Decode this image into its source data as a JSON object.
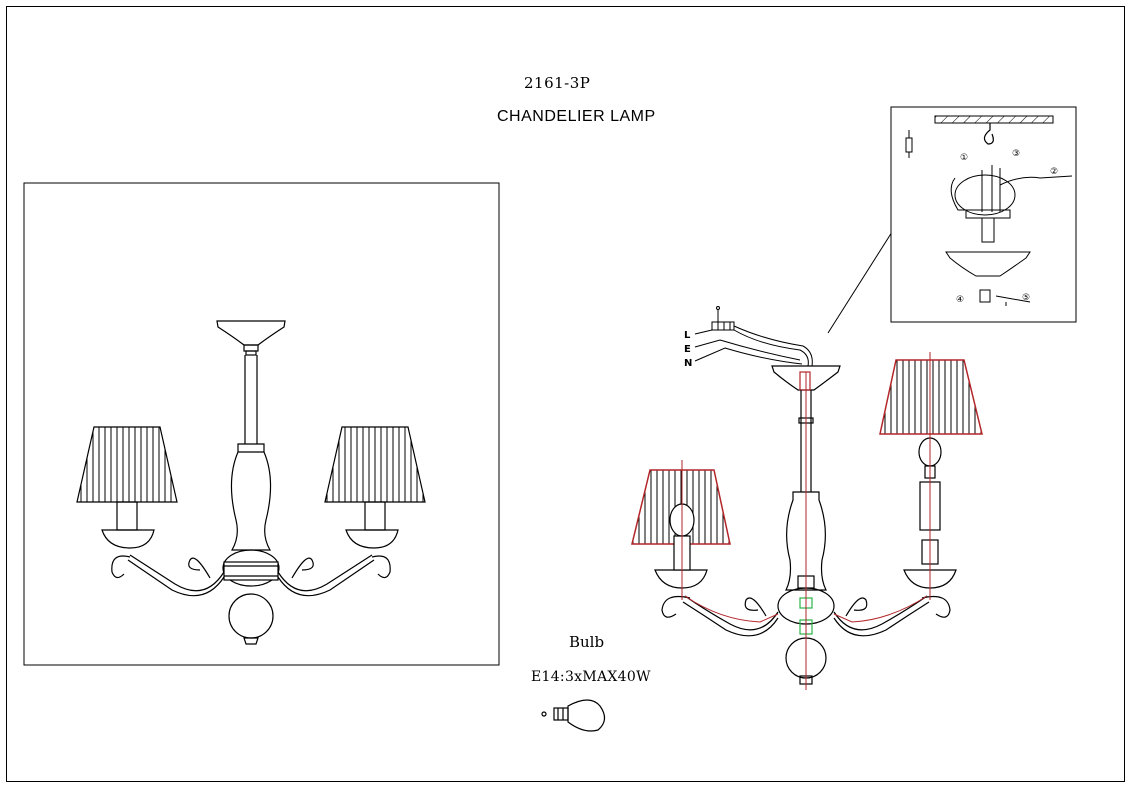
{
  "header": {
    "model_number": "2161-3P",
    "title": "CHANDELIER LAMP"
  },
  "bulb": {
    "label": "Bulb",
    "spec": "E14:3xMAX40W"
  },
  "wiring_labels": [
    "L",
    "E",
    "N"
  ],
  "install_steps": [
    "①",
    "②",
    "③",
    "④",
    "⑤"
  ],
  "colors": {
    "line": "#000000",
    "highlight": "#b3262a",
    "accent_green": "#2bb34a"
  }
}
